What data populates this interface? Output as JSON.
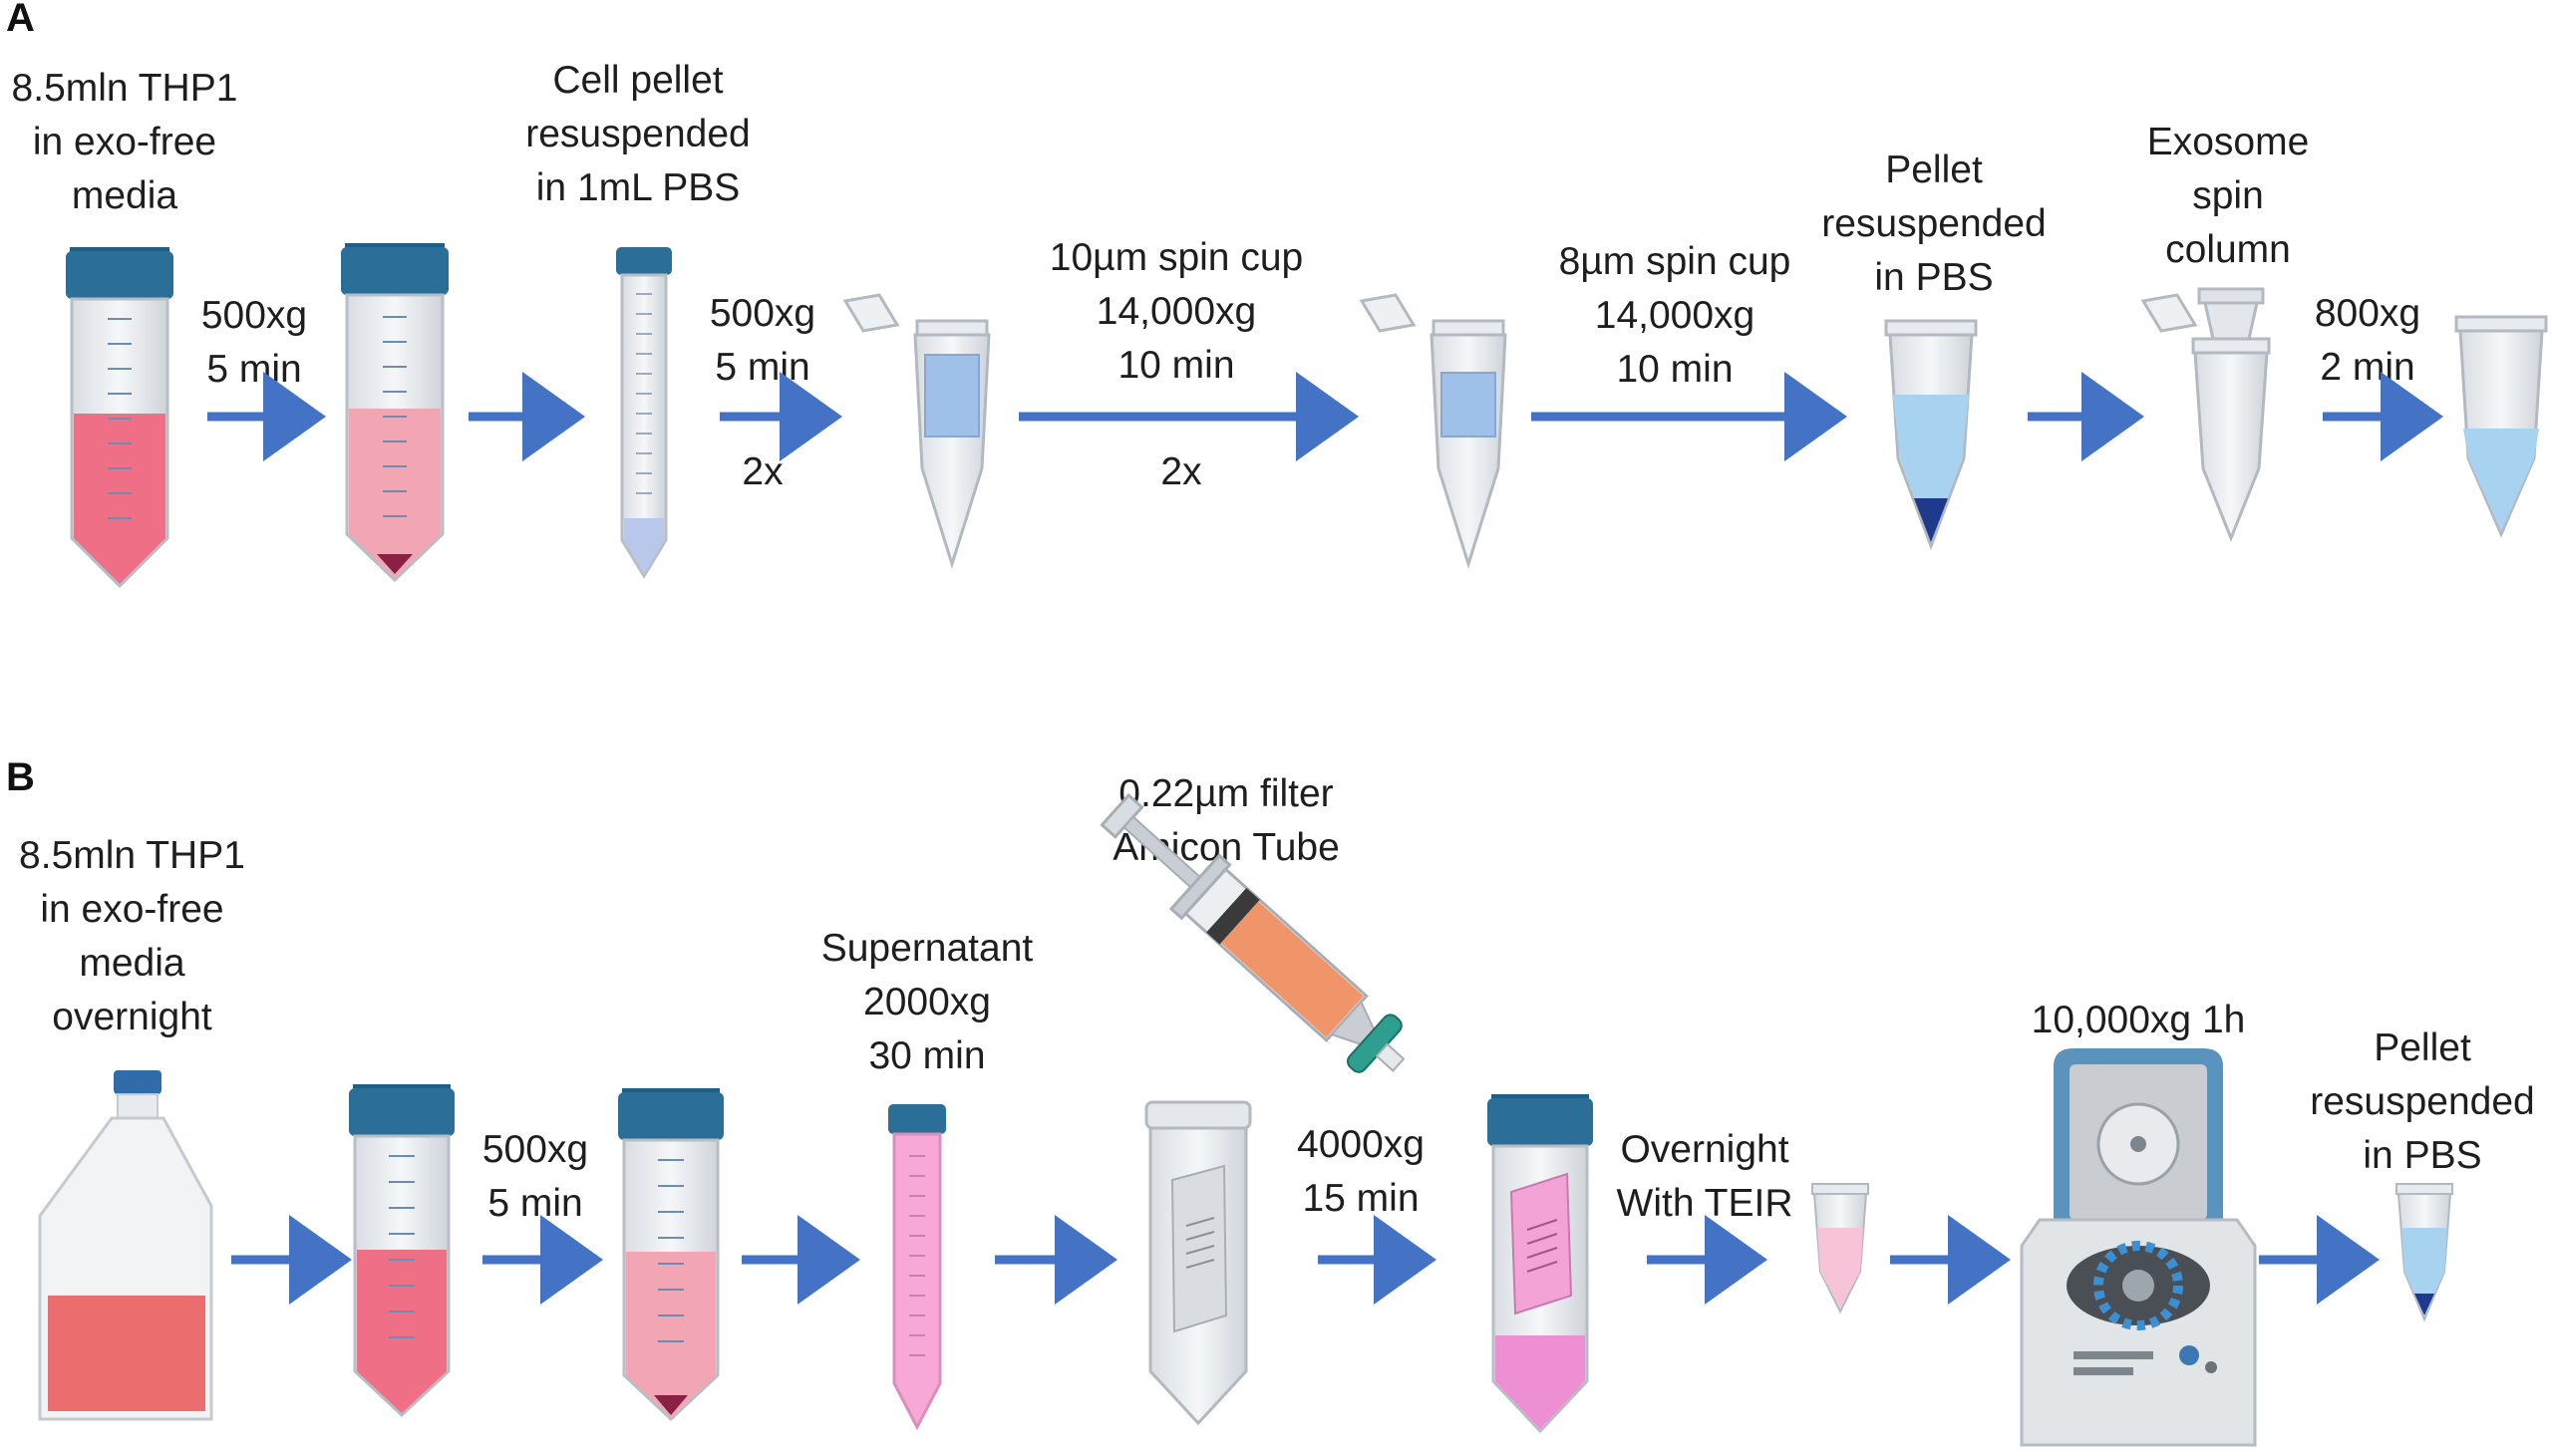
{
  "panel_a": {
    "letter": "A",
    "start_label": "8.5mln THP1\nin exo-free\nmedia",
    "step1": "500xg\n5 min",
    "pellet_label": "Cell pellet\nresuspended\nin 1mL PBS",
    "step2": "500xg\n5 min",
    "step2_repeat": "2x",
    "step3": "10µm spin cup\n14,000xg\n10 min",
    "step3_repeat": "2x",
    "step4": "8µm spin cup\n14,000xg\n10 min",
    "pellet2_label": "Pellet\nresuspended\nin PBS",
    "column_label": "Exosome\nspin\ncolumn",
    "step5": "800xg\n2 min"
  },
  "panel_b": {
    "letter": "B",
    "start_label": "8.5mln THP1\nin exo-free\nmedia\novernight",
    "step1": "500xg\n5 min",
    "supernatant_label": "Supernatant\n2000xg\n30 min",
    "filter_label": "0.22µm filter\nAmicon Tube",
    "step2": "4000xg\n15 min",
    "overnight_label": "Overnight\nWith TEIR",
    "centrifuge_label": "10,000xg 1h",
    "final_label": "Pellet\nresuspended\nin PBS"
  },
  "colors": {
    "arrow": "#4472c4",
    "cap": "#2b6f99",
    "media_pink": "#ee6f86",
    "light_pink": "#f2a6b4",
    "blue_liquid": "#9fc6ea",
    "pellet_blue": "#1f3a8a",
    "orange_syringe": "#f0956a"
  }
}
